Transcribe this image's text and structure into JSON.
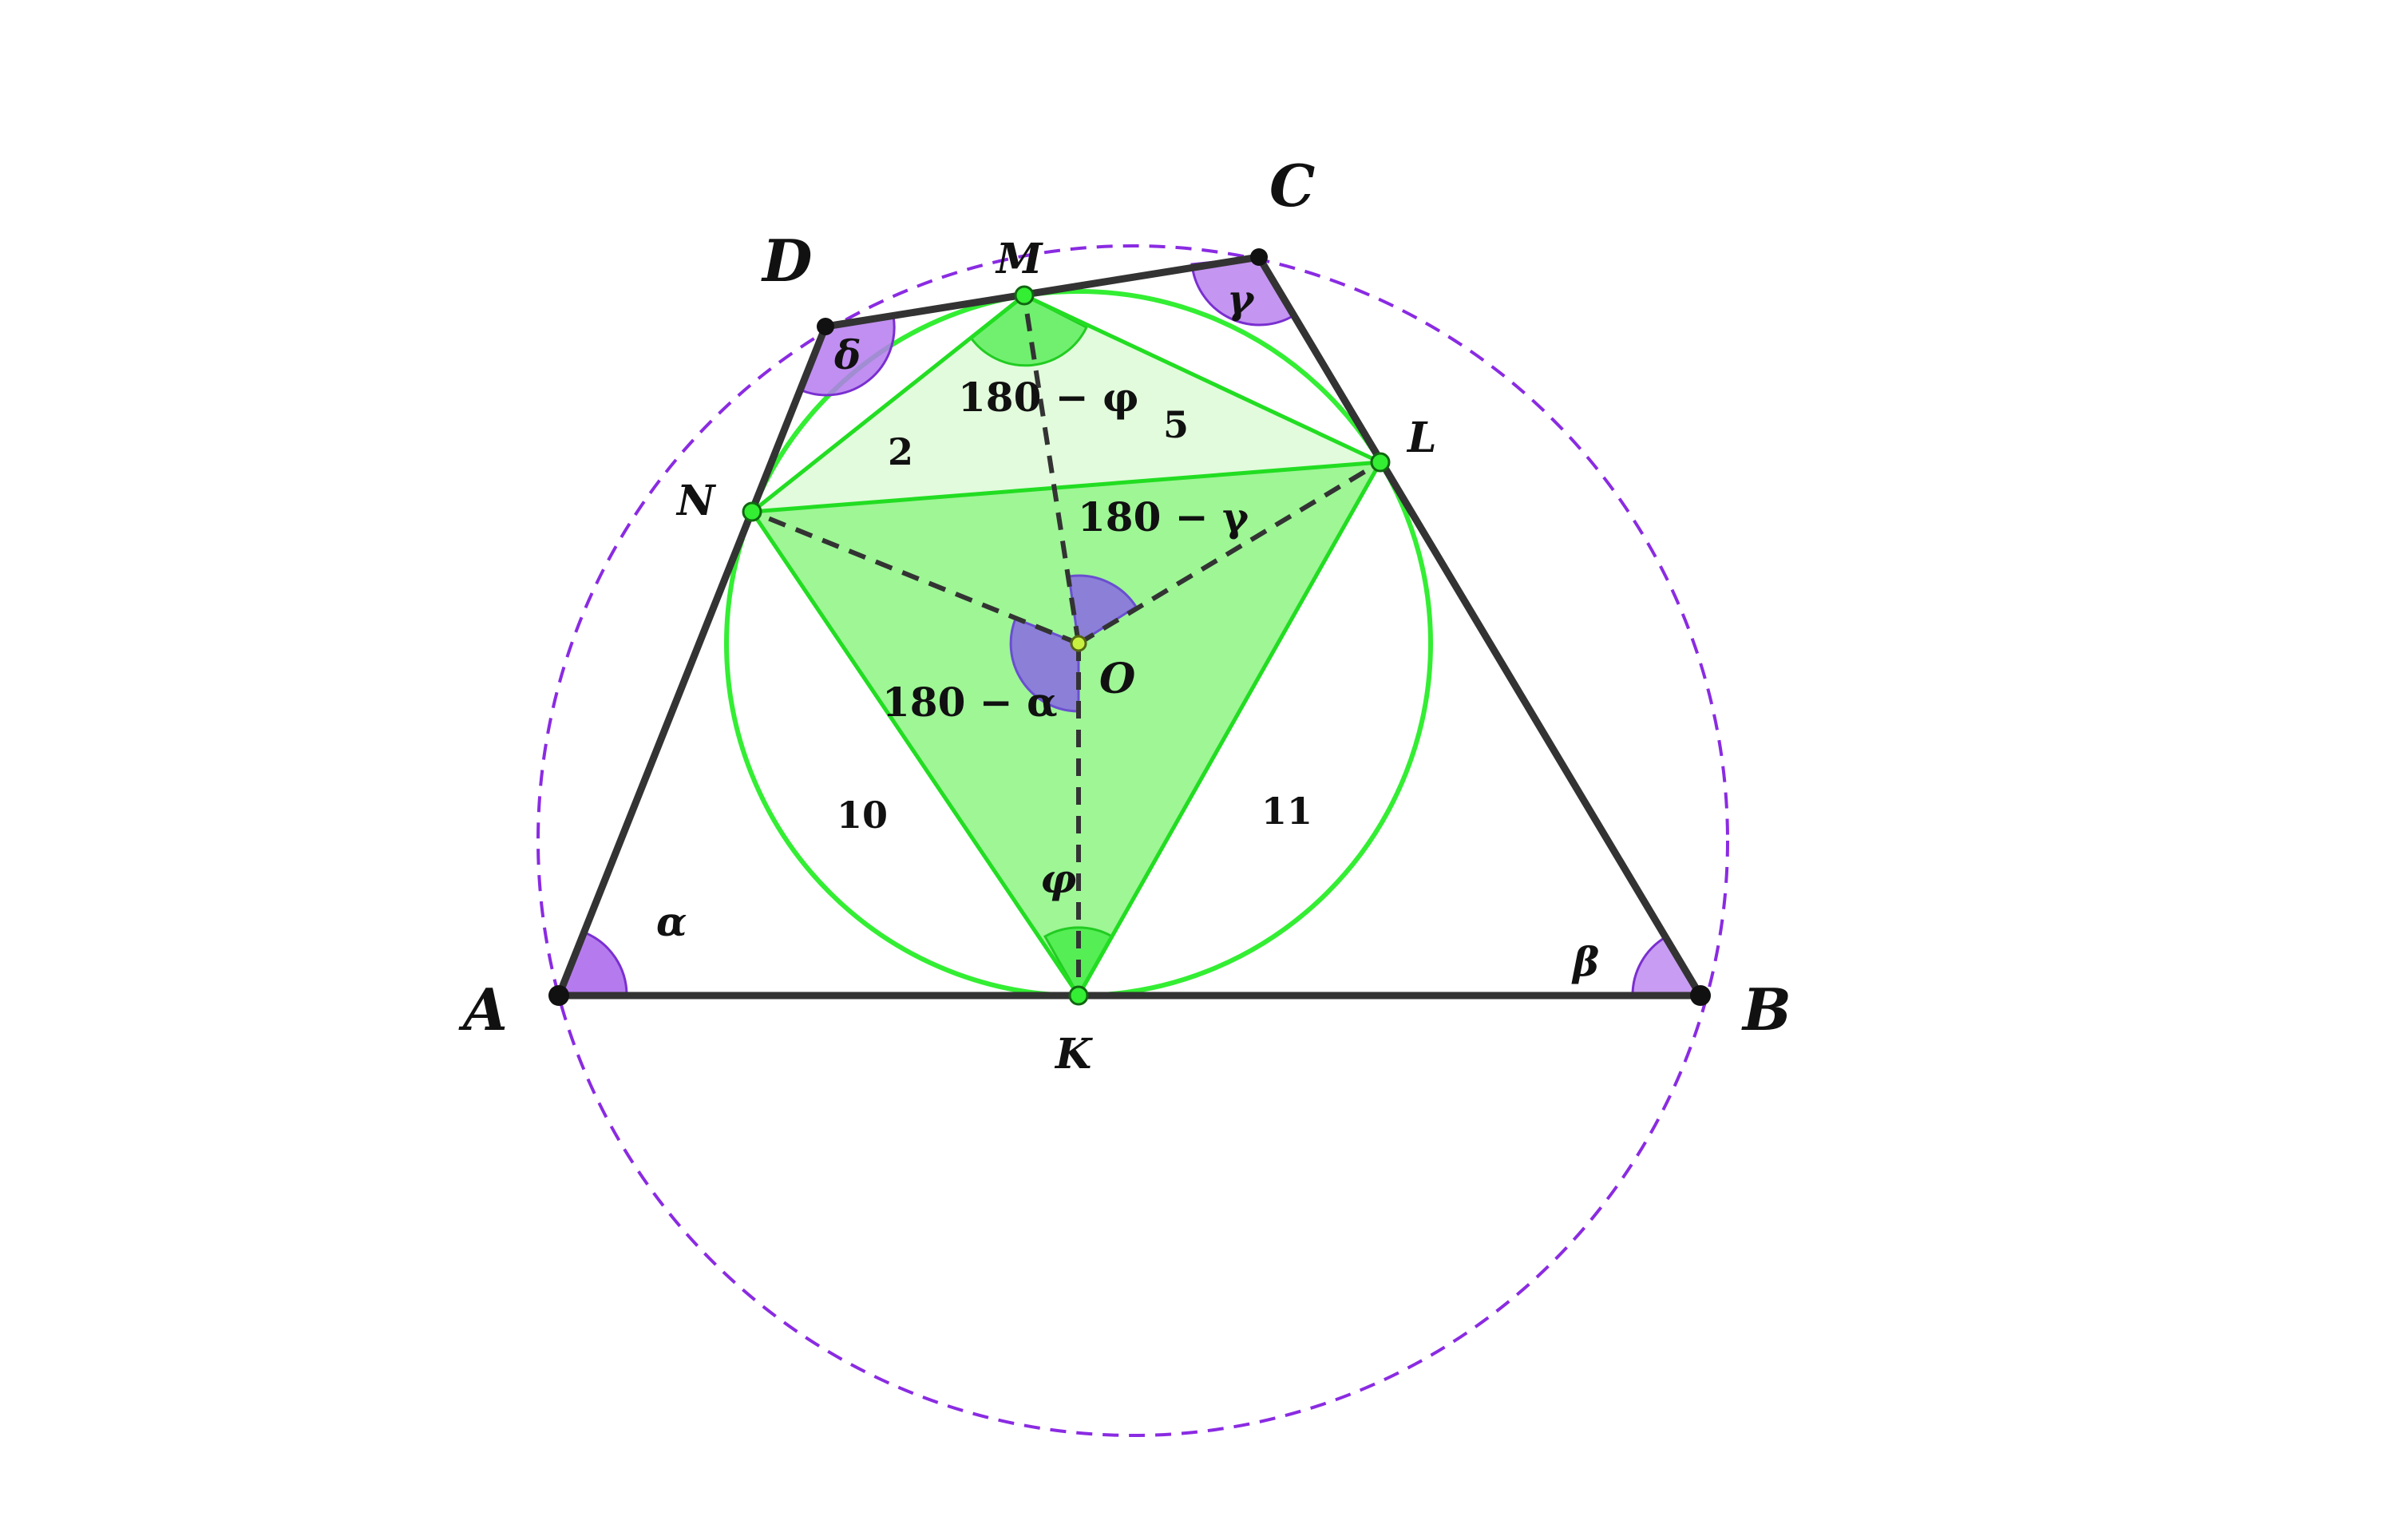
{
  "colors": {
    "quad_stroke": "#333333",
    "circumcircle": "#8a2be2",
    "incircle": "#33ee33",
    "contact_fill": "#99f58f",
    "top_triangle_fill": "#e2fbdc",
    "contact_stroke": "#22dd22",
    "angle_purple": "#b57bee",
    "angle_center": "#8c7fd8",
    "angle_green": "#55ee55",
    "dashed": "#333333"
  },
  "vertices": {
    "A": "A",
    "B": "B",
    "C": "C",
    "D": "D"
  },
  "tangent_points": {
    "K": "K",
    "L": "L",
    "M": "M",
    "N": "N"
  },
  "center": {
    "O": "O"
  },
  "angles": {
    "alpha": "α",
    "beta": "β",
    "gamma": "γ",
    "delta": "δ",
    "phi": "φ",
    "expr_180_minus_phi": "180 − φ",
    "expr_180_minus_gamma": "180 − γ",
    "expr_180_minus_alpha": "180 − α"
  },
  "region_labels": {
    "two": "2",
    "five": "5",
    "ten": "10",
    "eleven": "11"
  }
}
